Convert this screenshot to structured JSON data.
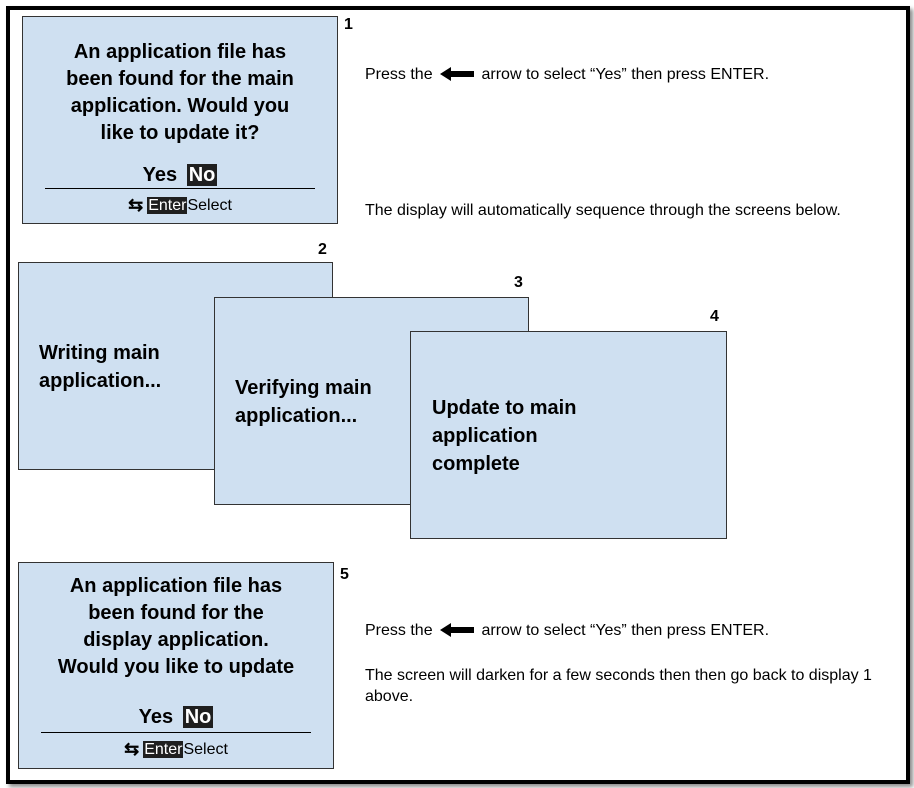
{
  "screen1": {
    "number": "1",
    "lines": [
      "An application file has",
      "been found for the main",
      "application. Would you",
      "like to update it?"
    ],
    "yes": "Yes",
    "no": "No",
    "enter": "Enter",
    "select": "Select"
  },
  "instruction1": {
    "before": "Press the",
    "after": "arrow to select “Yes” then press ENTER."
  },
  "sequence_note": "The display will automatically sequence through the screens below.",
  "screen2": {
    "number": "2",
    "lines": [
      "Writing main",
      "application..."
    ]
  },
  "screen3": {
    "number": "3",
    "lines": [
      "Verifying main",
      "application..."
    ]
  },
  "screen4": {
    "number": "4",
    "lines": [
      "Update to main",
      "application",
      "complete"
    ]
  },
  "screen5": {
    "number": "5",
    "lines": [
      "An application file has",
      "been found for the",
      "display application.",
      "Would you like to update"
    ],
    "yes": "Yes",
    "no": "No",
    "enter": "Enter",
    "select": "Select"
  },
  "instruction5": {
    "before": "Press the",
    "after": "arrow to select “Yes” then press ENTER."
  },
  "darken_note": "The screen will darken for a few seconds then then go back to display 1 above.",
  "icons": {
    "left_arrow": "left-arrow-icon",
    "swap": "swap-arrows-icon"
  }
}
